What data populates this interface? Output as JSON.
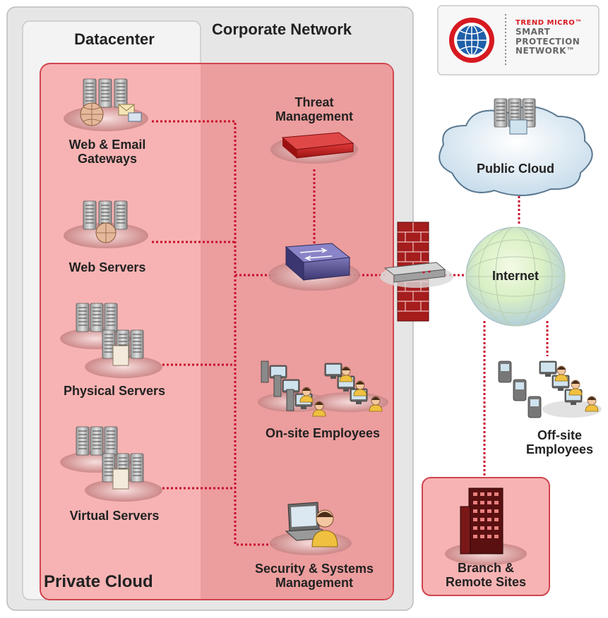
{
  "regions": {
    "corporate_network": "Corporate Network",
    "datacenter": "Datacenter",
    "private_cloud": "Private Cloud"
  },
  "logo": {
    "brand": "TREND MICRO™",
    "line1": "SMART",
    "line2": "PROTECTION",
    "line3": "NETWORK™"
  },
  "nodes": {
    "web_email_gateways": [
      "Web & Email",
      "Gateways"
    ],
    "web_servers": "Web Servers",
    "physical_servers": "Physical Servers",
    "virtual_servers": "Virtual Servers",
    "threat_management": [
      "Threat",
      "Management"
    ],
    "onsite_employees": "On-site Employees",
    "security_management": [
      "Security & Systems",
      "Management"
    ],
    "public_cloud": "Public Cloud",
    "internet": "Internet",
    "offsite_employees": [
      "Off-site",
      "Employees"
    ],
    "branch_sites": [
      "Branch &",
      "Remote Sites"
    ]
  },
  "colors": {
    "private_cloud_fill": "#f7b3b3",
    "corporate_overlay": "#e89696",
    "outer_box": "#e6e6e6",
    "link": "#c8102e",
    "firewall": "#b22222"
  },
  "icons": [
    "server-rack-icon",
    "globe-icon",
    "email-envelope-icon",
    "firewall-appliance-icon",
    "network-switch-icon",
    "brick-firewall-icon",
    "router-icon",
    "cloud-icon",
    "workstation-icon",
    "person-icon",
    "phone-icon",
    "building-icon",
    "trend-globe-logo-icon"
  ]
}
